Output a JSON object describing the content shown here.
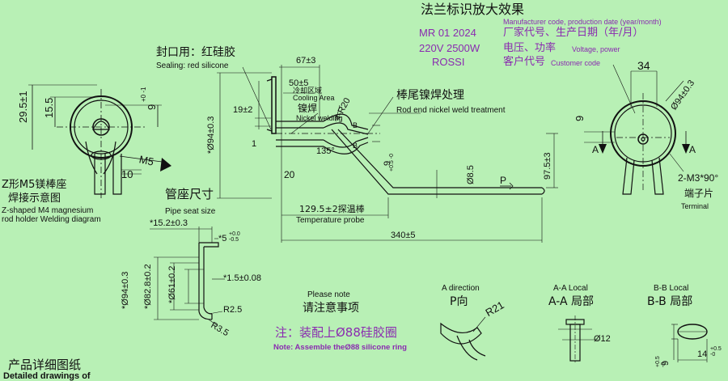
{
  "colors": {
    "background": "#b8f0b5",
    "line": "#111111",
    "accent": "#8a2bb0"
  },
  "flange_effect": {
    "title": "法兰标识放大效果",
    "line1": "MR  01  2024",
    "line1_cn": "厂家代号、生产日期（年/月）",
    "line1_en": "Manufacturer code, production date (year/month)",
    "line2": "220V  2500W",
    "line2_cn": "电压、功率",
    "line2_en": "Voltage, power",
    "line3": "ROSSI",
    "line3_cn": "客户代号",
    "line3_en": "Customer code"
  },
  "front_view": {
    "dims": {
      "d1": "29.5±1",
      "d2": "15.5",
      "d3": "9",
      "d3_tol": "+0\n-1",
      "d4": "10",
      "m5": "M5"
    },
    "label_cn": "Z形M5镁棒座",
    "label_cn2": "焊接示意图",
    "label_en": "Z-shaped M4 magnesium",
    "label_en2": "rod holder Welding diagram"
  },
  "side_view": {
    "seal_cn": "封口用：红硅胶",
    "seal_en": "Sealing: red silicone",
    "dims": {
      "d67": "67±3",
      "d50": "50±5",
      "cooling_cn": "冷却区域",
      "cooling_en": "Cooling Area",
      "nickel_cn": "镍焊",
      "nickel_en": "Nickel welding",
      "r20": "4-R20",
      "d19": "19±2",
      "d94": "*Ø94±0.3",
      "d1": "1",
      "d20": "20",
      "a135": "135°",
      "d9": "9",
      "d9_tol": "+0.5\n-0",
      "d85": "Ø8.5",
      "d975": "97.5±3",
      "probe": "129.5±2探温棒",
      "probe_en": "Temperature probe",
      "d340": "340±5",
      "B": "B",
      "P": "P"
    },
    "end_cn": "棒尾镍焊处理",
    "end_en": "Rod end nickel weld treatment"
  },
  "right_view": {
    "d34": "34",
    "d94": "Ø94±0.3",
    "d9": "9",
    "A": "A",
    "m3": "2-M3*90°",
    "terminal_cn": "端子片",
    "terminal_en": "Terminal"
  },
  "pipe_seat": {
    "title_cn": "管座尺寸",
    "title_en": "Pipe seat size",
    "dims": {
      "d152": "*15.2±0.3",
      "d5": "*5",
      "d5_tol": "+0.0\n-0.5",
      "d94": "*Ø94±0.3",
      "d828": "*Ø82.8±0.2",
      "d61": "*Ø61±0.2",
      "d15": "*1.5±0.08",
      "r25": "R2.5",
      "r35": "R3.5"
    }
  },
  "notes": {
    "please_en": "Please note",
    "please_cn": "请注意事项",
    "note_cn": "注：装配上Ø88硅胶圈",
    "note_en": "Note: Assemble theØ88 silicone ring"
  },
  "a_direction": {
    "title_en": "A direction",
    "title_cn": "P向",
    "r21": "R21"
  },
  "aa_local": {
    "title_en": "A-A  Local",
    "title_cn": "A-A  局部",
    "d12": "Ø12"
  },
  "bb_local": {
    "title_en": "B-B  Local",
    "title_cn": "B-B  局部",
    "d9": "9",
    "d9_tol": "+0.5\n-0",
    "d14": "14",
    "d14_tol": "+0.5\n-0"
  },
  "footer": {
    "title_cn": "产品详细图纸",
    "title_en": "Detailed drawings of"
  }
}
